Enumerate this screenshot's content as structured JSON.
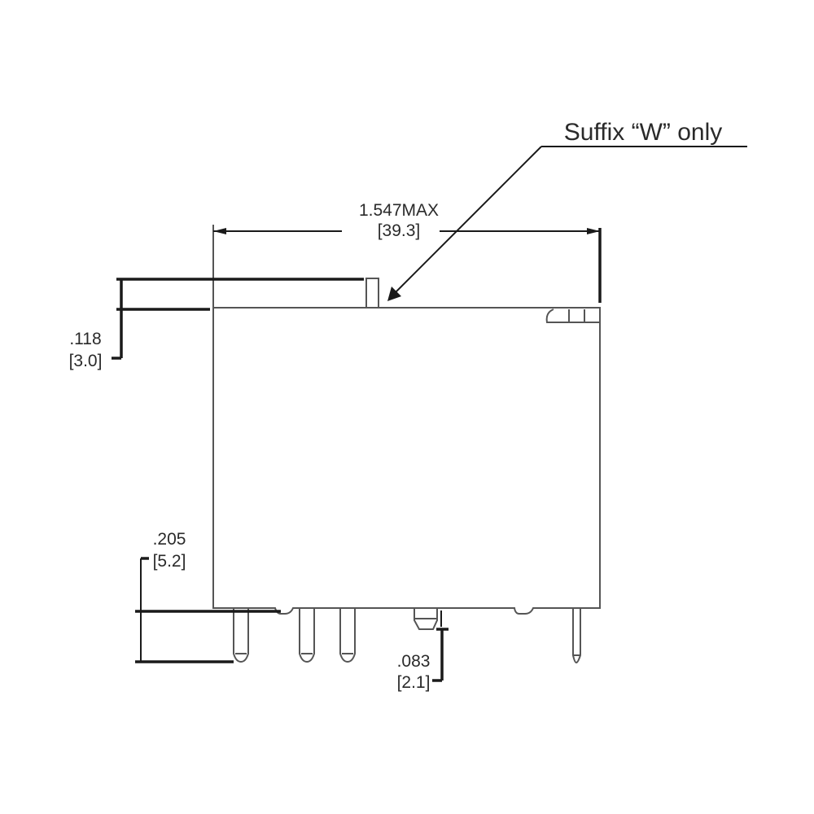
{
  "callout": {
    "text": "Suffix “W” only"
  },
  "dimensions": {
    "width": {
      "inch": "1.547MAX",
      "mm": "[39.3]"
    },
    "tab_height": {
      "inch": ".118",
      "mm": "[3.0]"
    },
    "pin_length": {
      "inch": ".205",
      "mm": "[5.2]"
    },
    "standoff": {
      "inch": ".083",
      "mm": "[2.1]"
    }
  }
}
